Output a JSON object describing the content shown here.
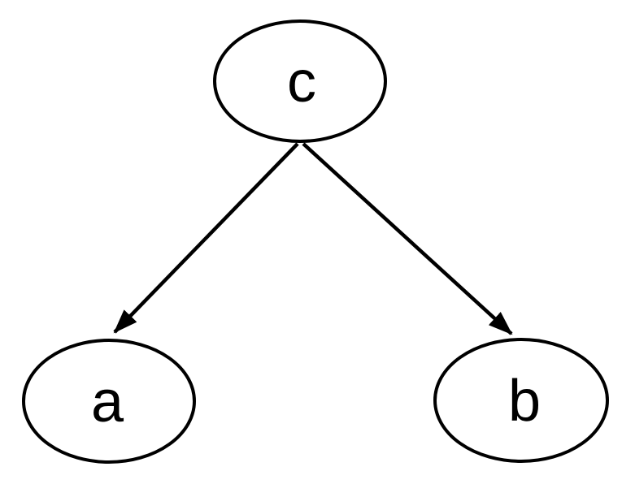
{
  "diagram": {
    "title": "directed-tree-graph",
    "background_color": "#ffffff",
    "stroke_color": "#000000",
    "nodes": [
      {
        "id": "c",
        "label": "c",
        "role": "root"
      },
      {
        "id": "a",
        "label": "a",
        "role": "child"
      },
      {
        "id": "b",
        "label": "b",
        "role": "child"
      }
    ],
    "edges": [
      {
        "from": "c",
        "to": "a",
        "directed": true,
        "arrowhead": "filled-triangle"
      },
      {
        "from": "c",
        "to": "b",
        "directed": true,
        "arrowhead": "filled-triangle"
      }
    ]
  }
}
